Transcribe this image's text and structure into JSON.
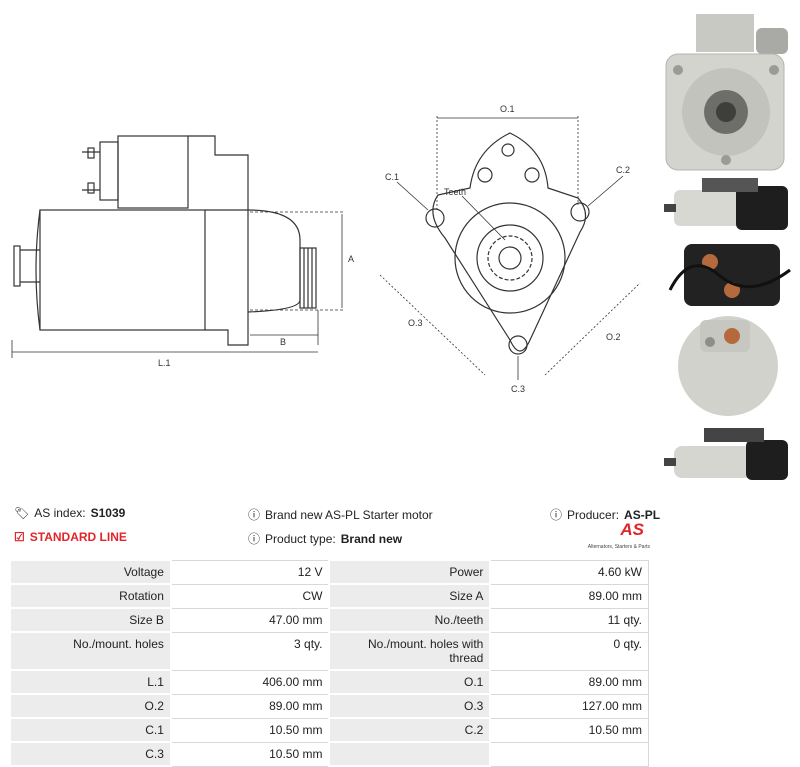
{
  "drawing": {
    "side_labels": {
      "a": "A",
      "b": "B",
      "l1": "L.1"
    },
    "front_labels": {
      "o1": "O.1",
      "o2": "O.2",
      "o3": "O.3",
      "c1": "C.1",
      "c2": "C.2",
      "c3": "C.3",
      "teeth": "Teeth"
    }
  },
  "info": {
    "as_index_label": "AS index:",
    "as_index_value": "S1039",
    "description": "Brand new AS-PL Starter motor",
    "producer_label": "Producer:",
    "producer_value": "AS-PL",
    "line_label": "STANDARD LINE",
    "product_type_label": "Product type:",
    "product_type_value": "Brand new",
    "logo_text": "AS",
    "logo_tagline": "Alternators, Starters & Parts"
  },
  "colors": {
    "accent_red": "#e0262a",
    "label_bg": "#ececec"
  },
  "specs": [
    {
      "l1": "Voltage",
      "v1": "12 V",
      "l2": "Power",
      "v2": "4.60 kW"
    },
    {
      "l1": "Rotation",
      "v1": "CW",
      "l2": "Size A",
      "v2": "89.00 mm"
    },
    {
      "l1": "Size B",
      "v1": "47.00 mm",
      "l2": "No./teeth",
      "v2": "11 qty."
    },
    {
      "l1": "No./mount. holes",
      "v1": "3 qty.",
      "l2": "No./mount. holes with thread",
      "v2": "0 qty."
    },
    {
      "l1": "L.1",
      "v1": "406.00 mm",
      "l2": "O.1",
      "v2": "89.00 mm"
    },
    {
      "l1": "O.2",
      "v1": "89.00 mm",
      "l2": "O.3",
      "v2": "127.00 mm"
    },
    {
      "l1": "C.1",
      "v1": "10.50 mm",
      "l2": "C.2",
      "v2": "10.50 mm"
    },
    {
      "l1": "C.3",
      "v1": "10.50 mm",
      "l2": "",
      "v2": ""
    }
  ]
}
